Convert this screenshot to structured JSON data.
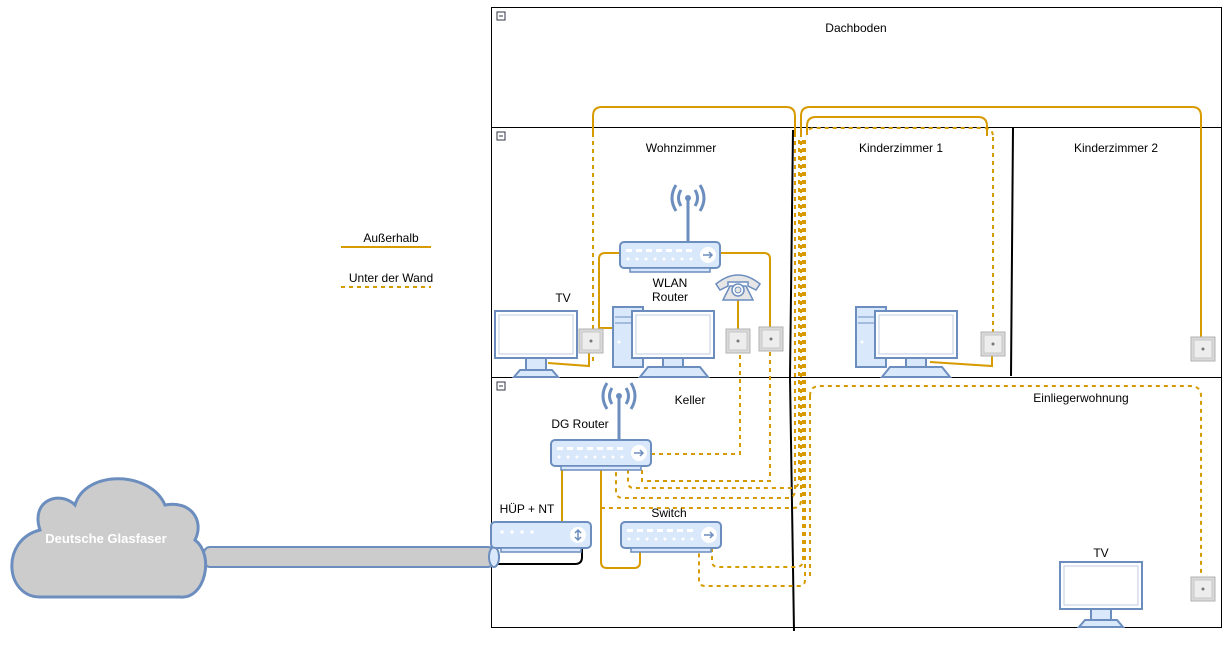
{
  "rooms": {
    "dachboden": "Dachboden",
    "wohnzimmer": "Wohnzimmer",
    "kinderzimmer1": "Kinderzimmer 1",
    "kinderzimmer2": "Kinderzimmer 2",
    "keller": "Keller",
    "einliegerwohnung": "Einliegerwohnung"
  },
  "legend": {
    "outside": "Außerhalb",
    "in_wall": "Unter der Wand"
  },
  "devices": {
    "tv_wohnzimmer": "TV",
    "wlan_router_line1": "WLAN",
    "wlan_router_line2": "Router",
    "dg_router": "DG Router",
    "huep_nt": "HÜP + NT",
    "switch": "Switch",
    "tv_einlieger": "TV",
    "cloud": "Deutsche Glasfaser"
  },
  "colors": {
    "cable": "#d79b00",
    "device_stroke": "#6c8ebf",
    "device_fill": "#dae8fc",
    "cloud_fill": "#cccccc"
  }
}
